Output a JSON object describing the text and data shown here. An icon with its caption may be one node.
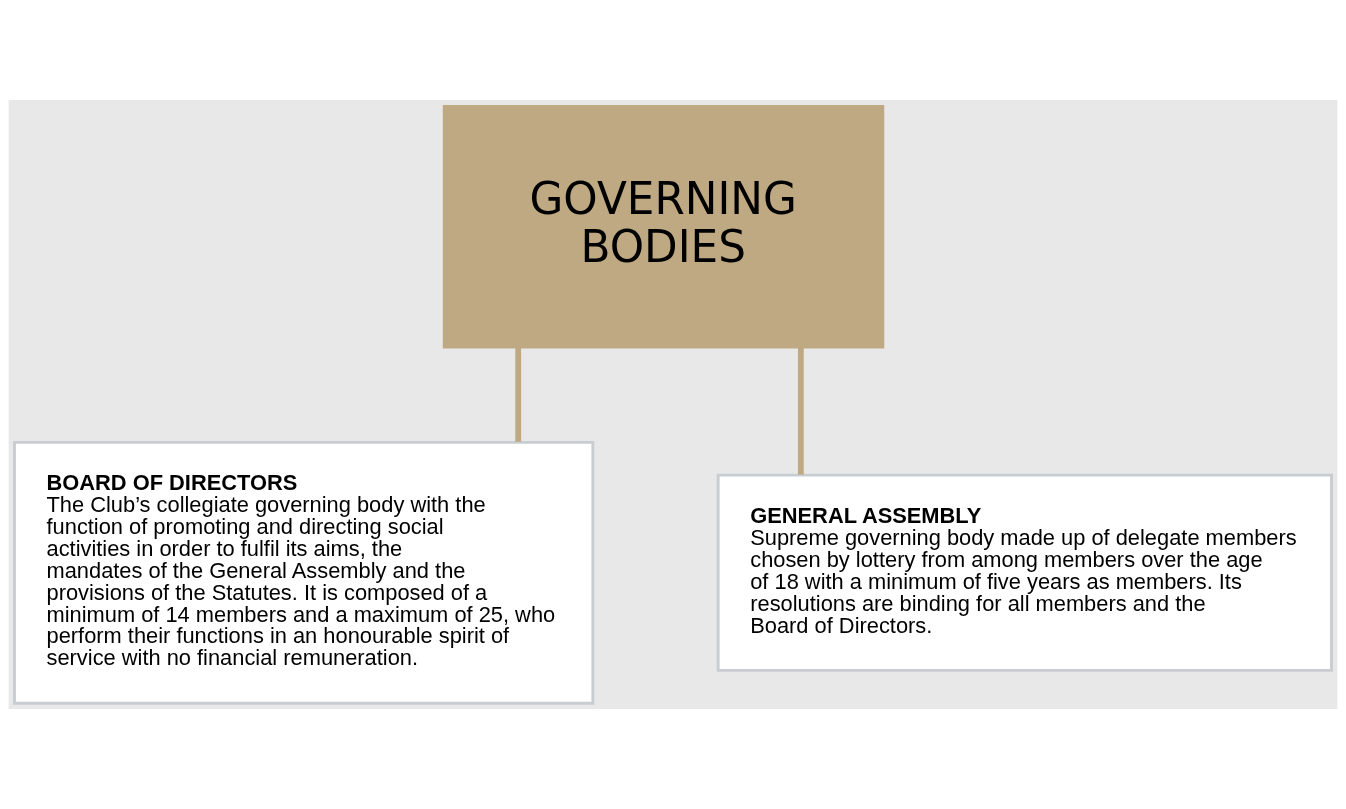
{
  "diagram": {
    "nodes": [
      {
        "text": [
          "GOVERNING BODIES"
        ]
      },
      {
        "text": [
          "BOARD OF DIRECTORS",
          "The Club’s collegiate governing body with the function of promoting and directing social activities in order to fulfil its aims, the mandates of the General Assembly and the provisions of the Statutes. It is composed of a minimum of 14 members and a maximum of 25, who perform their functions in an honourable spirit of service with no financial remuneration."
        ]
      },
      {
        "text": [
          "GENERAL ASSEMBLY",
          "Supreme governing body made up of delegate members chosen by lottery from among members over the age of 18 with a minimum of five years as members. Its resolutions are binding for all members and the Board of Directors."
        ]
      }
    ],
    "edges": [
      {
        "from": 0,
        "to": 1,
        "arrow": "none"
      },
      {
        "from": 0,
        "to": 2,
        "arrow": "none"
      }
    ]
  }
}
